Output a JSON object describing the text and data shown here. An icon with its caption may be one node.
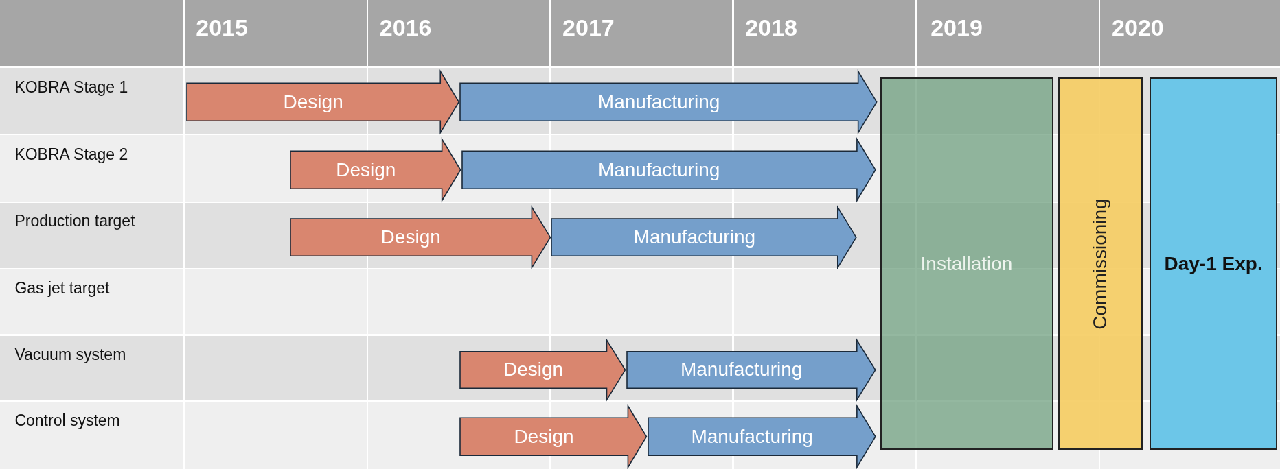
{
  "diagram": {
    "nodes": [
      {
        "text": [
          "Design"
        ]
      },
      {
        "text": [
          "Manufacturing"
        ]
      },
      {
        "text": [
          "Installation"
        ]
      },
      {
        "text": [
          "Commissioning"
        ]
      },
      {
        "text": [
          "Day-1 Exp."
        ]
      },
      {
        "text": [
          "Design"
        ]
      },
      {
        "text": [
          "Manufacturing"
        ]
      },
      {
        "text": [
          "Design"
        ]
      },
      {
        "text": [
          "Manufacturing"
        ]
      },
      {
        "text": [
          "Design"
        ]
      },
      {
        "text": [
          "Manufacturing"
        ]
      },
      {
        "text": [
          "Design"
        ]
      },
      {
        "text": [
          "Manufacturing"
        ]
      }
    ],
    "labels": [
      "2015",
      "2016",
      "2017",
      "2018",
      "2019",
      "2020",
      "KOBRA Stage 1",
      "KOBRA Stage 2",
      "Production target",
      "Gas jet target",
      "Vacuum system",
      "Control system"
    ]
  }
}
